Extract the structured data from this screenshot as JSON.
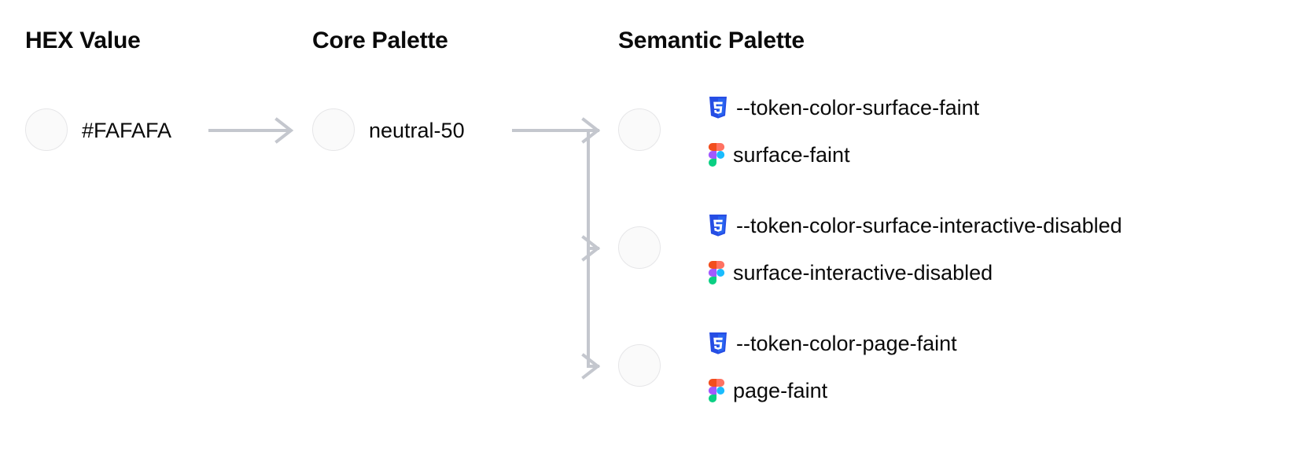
{
  "columns": {
    "hex": {
      "heading": "HEX Value"
    },
    "core": {
      "heading": "Core Palette"
    },
    "semantic": {
      "heading": "Semantic Palette"
    }
  },
  "hex": {
    "swatch_color": "#FAFAFA",
    "value": "#FAFAFA"
  },
  "core": {
    "swatch_color": "#FAFAFA",
    "value": "neutral-50"
  },
  "semantic": {
    "rows": [
      {
        "swatch_color": "#FAFAFA",
        "css_token": "--token-color-surface-faint",
        "figma_token": "surface-faint"
      },
      {
        "swatch_color": "#FAFAFA",
        "css_token": "--token-color-surface-interactive-disabled",
        "figma_token": "surface-interactive-disabled"
      },
      {
        "swatch_color": "#FAFAFA",
        "css_token": "--token-color-page-faint",
        "figma_token": "page-faint"
      }
    ]
  },
  "icons": {
    "css": "css3-icon",
    "figma": "figma-icon",
    "arrow": "arrow-right-icon"
  },
  "palette": {
    "text": "#0A0A0A",
    "connector": "#C4C7CE",
    "swatch_border": "#E6E6E8",
    "swatch_fill": "#FAFAFA",
    "css_blue": "#2965F1",
    "css_blue_dark": "#264DE4",
    "figma_orange": "#F24E1E",
    "figma_pink": "#FF7262",
    "figma_purple": "#A259FF",
    "figma_blue": "#1ABCFE",
    "figma_green": "#0ACF83"
  }
}
